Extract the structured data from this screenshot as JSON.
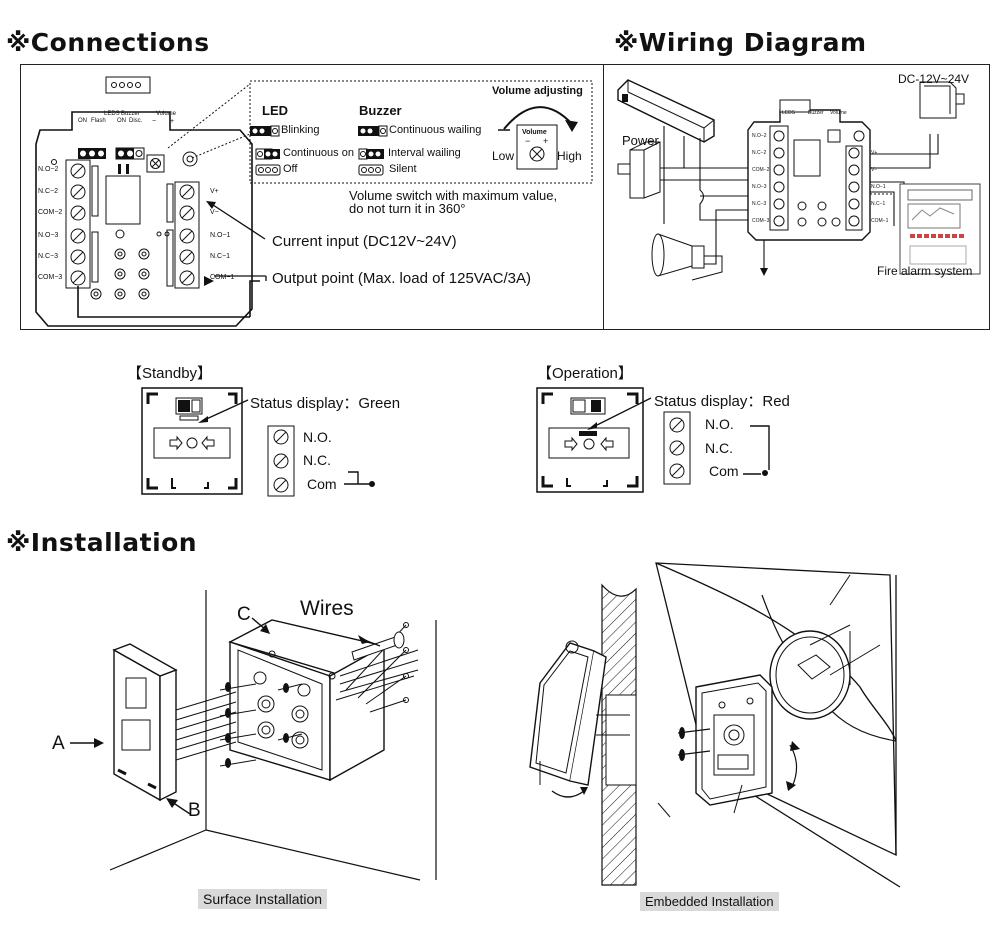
{
  "titles": {
    "connections": "※Connections",
    "wiring": "※Wiring Diagram",
    "installation": "※Installation"
  },
  "connections": {
    "board_top": {
      "leds": "LEDS",
      "on1": "ON",
      "flash": "Flash",
      "buzzer": "Buzzer",
      "on2": "ON",
      "disc": "Disc.",
      "volume": "Volume",
      "minus": "−",
      "plus": "+"
    },
    "left_terminals": [
      "N.O−2",
      "N.C−2",
      "COM−2",
      "N.O−3",
      "N.C−3",
      "COM−3"
    ],
    "right_terminals": [
      "V+",
      "V−",
      "N.O−1",
      "N.C−1",
      "COM−1"
    ],
    "led": {
      "title": "LED",
      "blinking": "Blinking",
      "continuous_on": "Continuous on",
      "off": "Off"
    },
    "buzzer": {
      "title": "Buzzer",
      "continuous_wailing": "Continuous wailing",
      "interval_wailing": "Interval wailing",
      "silent": "Silent"
    },
    "volume": {
      "title": "Volume adjusting",
      "knob_label": "Volume",
      "minus": "−",
      "plus": "+",
      "low": "Low",
      "high": "High"
    },
    "volume_note_1": "Volume switch with maximum value,",
    "volume_note_2": "do not turn it in 360°",
    "current_input": "Current input (DC12V~24V)",
    "output_point": "Output point (Max. load of 125VAC/3A)"
  },
  "wiring": {
    "dc_label": "DC-12V~24V",
    "power_label": "Power",
    "fire_alarm": "Fire alarm system",
    "left_terminals": [
      "N.O−2",
      "N.C−2",
      "COM−2",
      "N.O−3",
      "N.C−3",
      "COM−3"
    ],
    "right_terminals": [
      "V+",
      "V−",
      "N.O−1",
      "N.C−1",
      "COM−1"
    ],
    "top_labels": {
      "leds": "LEDS",
      "buzzer": "Buzzer",
      "volume": "Volume"
    }
  },
  "status": {
    "standby": {
      "title": "【Standby】",
      "display": "Status display：Green",
      "no": "N.O.",
      "nc": "N.C.",
      "com": "Com"
    },
    "operation": {
      "title": "【Operation】",
      "display": "Status display：Red",
      "no": "N.O.",
      "nc": "N.C.",
      "com": "Com"
    }
  },
  "installation": {
    "label_a": "A",
    "label_b": "B",
    "label_c": "C",
    "wires": "Wires",
    "surface_caption": "Surface Installation",
    "embedded_caption": "Embedded Installation"
  },
  "colors": {
    "line": "#111111",
    "caption_bg": "#d9d9d9"
  }
}
